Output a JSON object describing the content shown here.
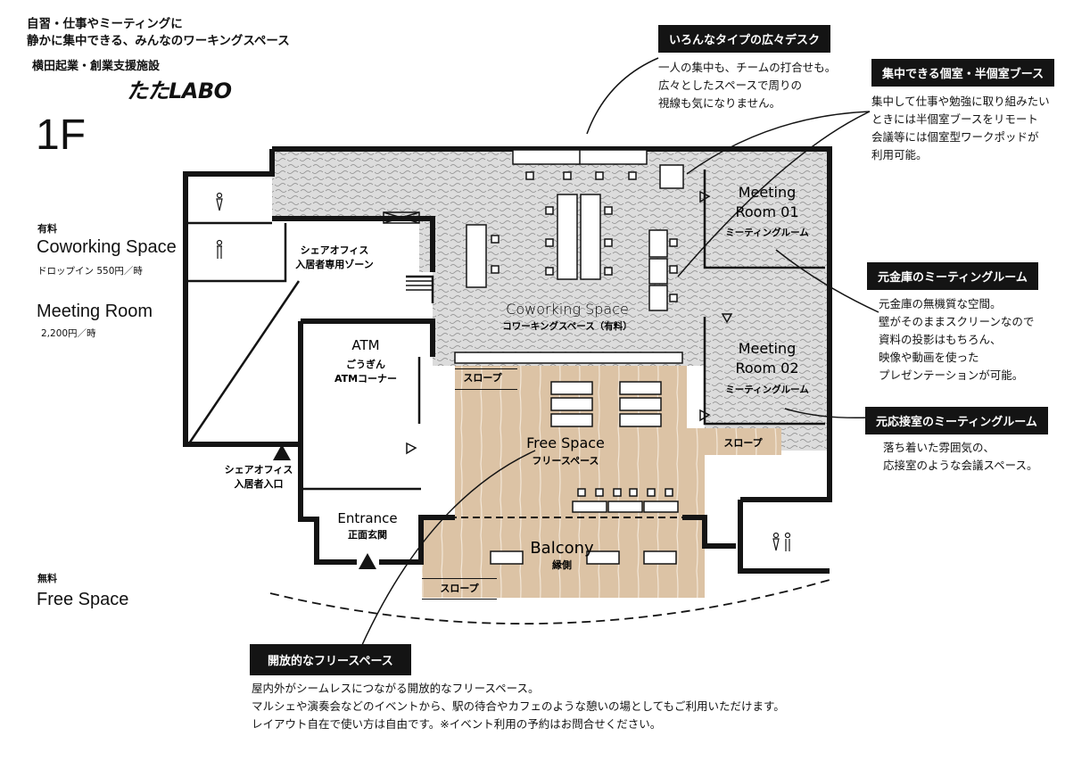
{
  "header": {
    "tagline_1": "自習・仕事やミーティングに",
    "tagline_2": "静かに集中できる、みんなのワーキングスペース",
    "org": "横田起業・創業支援施設",
    "logo": "たたLABO",
    "floor": "1F"
  },
  "legend": {
    "paid_label": "有料",
    "coworking_title": "Coworking Space",
    "coworking_price": "ドロップイン 550円／時",
    "meeting_title": "Meeting Room",
    "meeting_price": "2,200円／時",
    "free_label": "無料",
    "free_title": "Free Space"
  },
  "rooms": {
    "coworking_en": "Coworking Space",
    "coworking_ja": "コワーキングスペース（有料）",
    "meeting1_en_1": "Meeting",
    "meeting1_en_2": "Room 01",
    "meeting1_ja": "ミーティングルーム",
    "meeting2_en_1": "Meeting",
    "meeting2_en_2": "Room 02",
    "meeting2_ja": "ミーティングルーム",
    "share_office_1": "シェアオフィス",
    "share_office_2": "入居者専用ゾーン",
    "atm_en": "ATM",
    "atm_ja_1": "ごうぎん",
    "atm_ja_2": "ATMコーナー",
    "share_entry_1": "シェアオフィス",
    "share_entry_2": "入居者入口",
    "entrance_en": "Entrance",
    "entrance_ja": "正面玄関",
    "free_en": "Free Space",
    "free_ja": "フリースペース",
    "balcony_en": "Balcony",
    "balcony_ja": "縁側",
    "slope_1": "スロープ",
    "slope_2": "スロープ",
    "slope_3": "スロープ"
  },
  "callouts": {
    "desk_title": "いろんなタイプの広々デスク",
    "desk_body": [
      "一人の集中も、チームの打合せも。",
      "広々としたスペースで周りの",
      "視線も気になりません。"
    ],
    "booth_title": "集中できる個室・半個室ブース",
    "booth_body": [
      "集中して仕事や勉強に取り組みたい",
      "ときには半個室ブースをリモート",
      "会議等には個室型ワークポッドが",
      "利用可能。"
    ],
    "vault_title": "元金庫のミーティングルーム",
    "vault_body": [
      "元金庫の無機質な空間。",
      "壁がそのままスクリーンなので",
      "資料の投影はもちろん、",
      "映像や動画を使った",
      "プレゼンテーションが可能。"
    ],
    "reception_title": "元応接室のミーティングルーム",
    "reception_body": [
      "落ち着いた雰囲気の、",
      "応接室のような会議スペース。"
    ],
    "free_title": "開放的なフリースペース",
    "free_body": [
      "屋内外がシームレスにつながる開放的なフリースペース。",
      "マルシェや演奏会などのイベントから、駅の待合やカフェのような憩いの場としてもご利用いただけます。",
      "レイアウト自在で使い方は自由です。※イベント利用の予約はお問合せください。"
    ]
  },
  "colors": {
    "wall": "#141414",
    "coworking_fill": "#d9d9d9",
    "free_fill": "#dcc3a5",
    "callout_bg": "#141414"
  }
}
